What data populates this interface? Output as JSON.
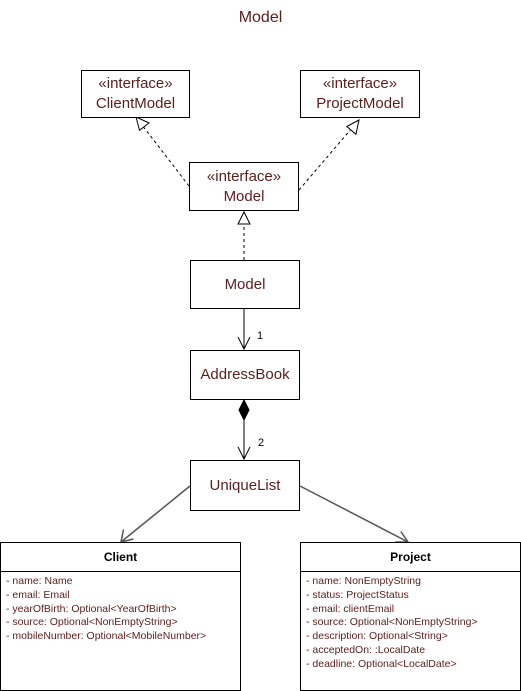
{
  "diagram": {
    "title": "Model",
    "client_model": {
      "stereotype": "«interface»",
      "name": "ClientModel"
    },
    "project_model": {
      "stereotype": "«interface»",
      "name": "ProjectModel"
    },
    "model_interface": {
      "stereotype": "«interface»",
      "name": "Model"
    },
    "model_class": {
      "name": "Model"
    },
    "address_book": {
      "name": "AddressBook"
    },
    "unique_list": {
      "name": "UniqueList"
    },
    "multiplicities": {
      "model_to_addressbook": "1",
      "addressbook_to_uniquelist": "2"
    },
    "client": {
      "name": "Client",
      "attributes": [
        "- name: Name",
        "- email: Email",
        "- yearOfBirth: Optional<YearOfBirth>",
        "- source: Optional<NonEmptyString>",
        "- mobileNumber: Optional<MobileNumber>"
      ]
    },
    "project": {
      "name": "Project",
      "attributes": [
        "- name: NonEmptyString",
        "- status: ProjectStatus",
        "- email: clientEmail",
        "- source: Optional<NonEmptyString>",
        "- description: Optional<String>",
        "- acceptedOn: :LocalDate",
        "- deadline: Optional<LocalDate>"
      ]
    }
  }
}
